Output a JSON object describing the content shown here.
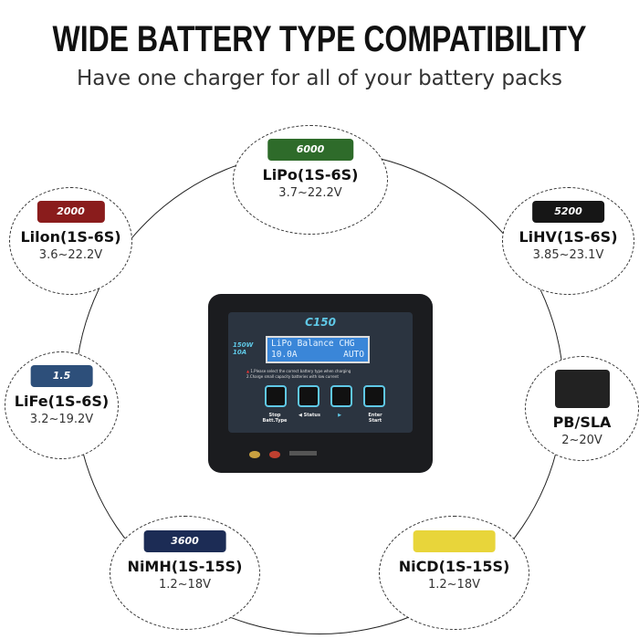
{
  "title": "WIDE BATTERY TYPE COMPATIBILITY",
  "subtitle": "Have one charger for all of your battery packs",
  "batteries": [
    {
      "name": "LiPo(1S-6S)",
      "voltage": "3.7~22.2V",
      "label": "6000",
      "color": "#2e6b2a"
    },
    {
      "name": "Lilon(1S-6S)",
      "voltage": "3.6~22.2V",
      "label": "2000",
      "color": "#8a1c1c"
    },
    {
      "name": "LiHV(1S-6S)",
      "voltage": "3.85~23.1V",
      "label": "5200",
      "color": "#161616"
    },
    {
      "name": "LiFe(1S-6S)",
      "voltage": "3.2~19.2V",
      "label": "1.5",
      "color": "#2d4f7a"
    },
    {
      "name": "PB/SLA",
      "voltage": "2~20V",
      "label": "",
      "color": "#222222"
    },
    {
      "name": "NiMH(1S-15S)",
      "voltage": "1.2~18V",
      "label": "3600",
      "color": "#1c2c55"
    },
    {
      "name": "NiCD(1S-15S)",
      "voltage": "1.2~18V",
      "label": "",
      "color": "#e8d53a"
    }
  ],
  "charger": {
    "model": "C150",
    "power": "150W",
    "current": "10A",
    "lcd_line1": "LiPo Balance CHG",
    "lcd_line2_left": "10.0A",
    "lcd_line2_right": "AUTO",
    "warning1": "1.Please select the correct battery type when charging",
    "warning2": "2.Charge small capacity batteries with low current",
    "buttons": [
      "Stop Batt.Type",
      "◀ Status",
      "▶",
      "Enter Start"
    ],
    "accent": "#5fc8e6"
  }
}
